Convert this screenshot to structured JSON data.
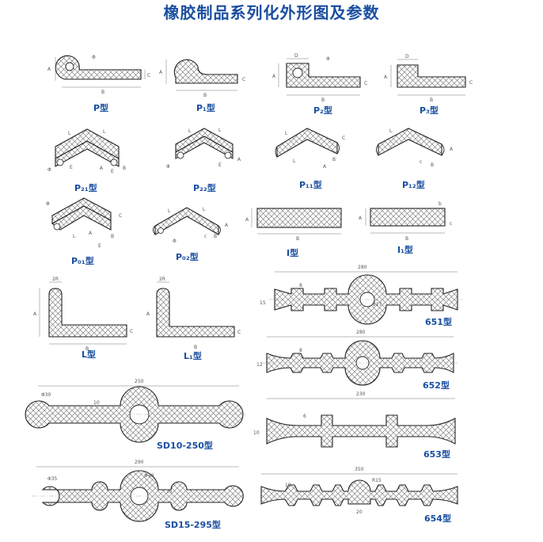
{
  "title": "橡胶制品系列化外形图及参数",
  "colors": {
    "label": "#1a4fa0",
    "outline": "#222222",
    "hatch": "#666666"
  },
  "profiles": [
    {
      "id": "p",
      "label": "P型"
    },
    {
      "id": "p1",
      "label": "P₁型"
    },
    {
      "id": "p2",
      "label": "P₂型"
    },
    {
      "id": "p3",
      "label": "P₃型"
    },
    {
      "id": "p21",
      "label": "P₂₁型"
    },
    {
      "id": "p22",
      "label": "P₂₂型"
    },
    {
      "id": "p11",
      "label": "P₁₁型"
    },
    {
      "id": "p12",
      "label": "P₁₂型"
    },
    {
      "id": "p01",
      "label": "P₀₁型"
    },
    {
      "id": "p02",
      "label": "P₀₂型"
    },
    {
      "id": "i",
      "label": "I型"
    },
    {
      "id": "i1",
      "label": "I₁型"
    },
    {
      "id": "l",
      "label": "L型"
    },
    {
      "id": "l1",
      "label": "L₁型"
    },
    {
      "id": "p651",
      "label": "651型"
    },
    {
      "id": "p652",
      "label": "652型"
    },
    {
      "id": "p653",
      "label": "653型"
    },
    {
      "id": "p654",
      "label": "654型"
    },
    {
      "id": "sd10",
      "label": "SD10-250型"
    },
    {
      "id": "sd15",
      "label": "SD15-295型"
    }
  ],
  "dims": {
    "A": "A",
    "B": "B",
    "C": "C",
    "D": "D",
    "E": "E",
    "L": "L",
    "a": "a",
    "b": "b",
    "c": "c",
    "phi": "Φ",
    "two_r": "2R",
    "d280": "280",
    "d230": "230",
    "d250": "250",
    "d290": "290",
    "d350": "350",
    "d15": "15",
    "d12": "12",
    "d10": "10",
    "d6": "6",
    "d8": "8",
    "d20": "20",
    "r15": "R15",
    "phi17": "Φ17",
    "phi40": "Φ40",
    "phi30": "Φ30",
    "phi35": "Φ35"
  }
}
